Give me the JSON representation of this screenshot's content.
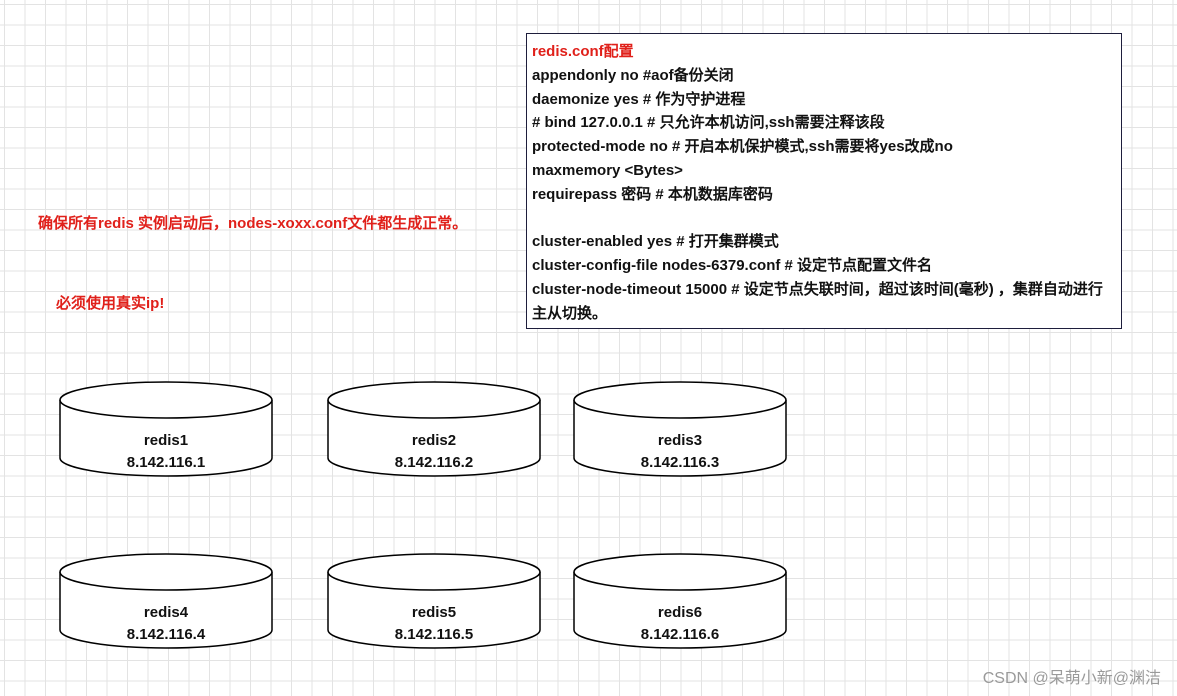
{
  "notes": {
    "startup": "确保所有redis 实例启动后，nodes-xoxx.conf文件都生成正常。",
    "real_ip": "必须使用真实ip!"
  },
  "config": {
    "title": "redis.conf配置",
    "lines": [
      "appendonly no #aof备份关闭",
      "daemonize yes # 作为守护进程",
      "# bind 127.0.0.1 # 只允许本机访问,ssh需要注释该段",
      "protected-mode no # 开启本机保护模式,ssh需要将yes改成no",
      "maxmemory <Bytes>",
      "requirepass 密码 # 本机数据库密码",
      "",
      "cluster-enabled yes # 打开集群模式",
      "cluster-config-file nodes-6379.conf # 设定节点配置文件名",
      "cluster-node-timeout 15000 # 设定节点失联时间，超过该时间(毫秒) ，集群自动进行主从切换。"
    ]
  },
  "nodes": [
    {
      "name": "redis1",
      "ip": "8.142.116.1"
    },
    {
      "name": "redis2",
      "ip": "8.142.116.2"
    },
    {
      "name": "redis3",
      "ip": "8.142.116.3"
    },
    {
      "name": "redis4",
      "ip": "8.142.116.4"
    },
    {
      "name": "redis5",
      "ip": "8.142.116.5"
    },
    {
      "name": "redis6",
      "ip": "8.142.116.6"
    }
  ],
  "watermark": "CSDN @呆萌小新@渊洁"
}
